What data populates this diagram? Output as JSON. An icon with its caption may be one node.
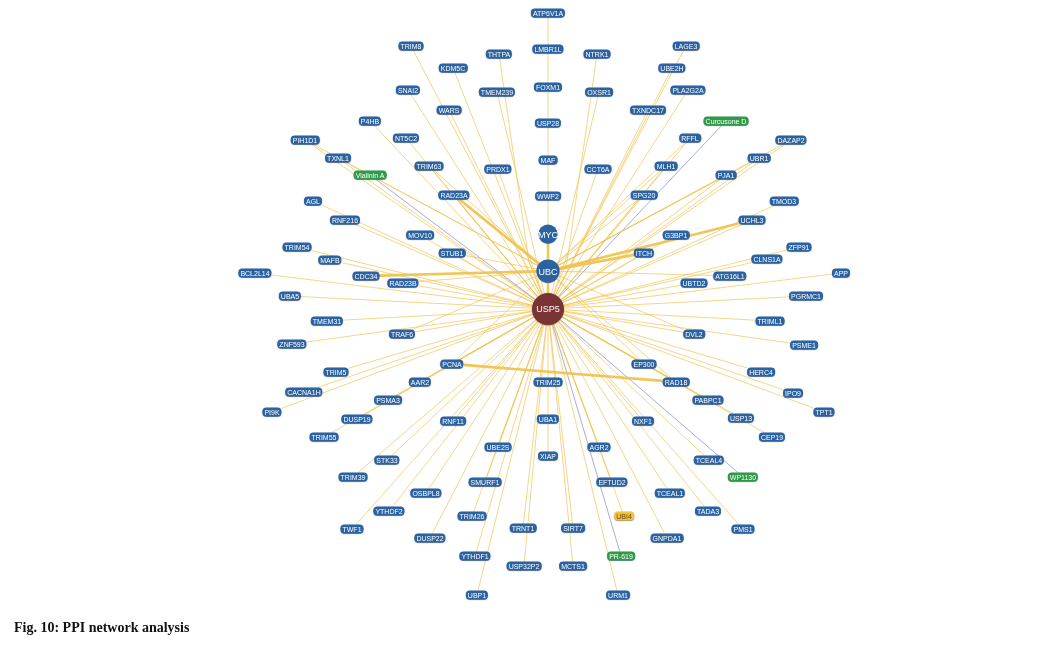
{
  "diagram": {
    "caption": "Fig. 10: PPI network analysis",
    "nodes": [
      {
        "text": [
          "ATP6V1A"
        ]
      },
      {
        "text": [
          "TRIM8"
        ]
      },
      {
        "text": [
          "LAGE3"
        ]
      },
      {
        "text": [
          "LMBR1L"
        ]
      },
      {
        "text": [
          "THTPA"
        ]
      },
      {
        "text": [
          "NTRK1"
        ]
      },
      {
        "text": [
          "KDM5C"
        ]
      },
      {
        "text": [
          "UBE2H"
        ]
      },
      {
        "text": [
          "FOXM1"
        ]
      },
      {
        "text": [
          "SNAI2"
        ]
      },
      {
        "text": [
          "PLA2G2A"
        ]
      },
      {
        "text": [
          "TMEM239"
        ]
      },
      {
        "text": [
          "OXSR1"
        ]
      },
      {
        "text": [
          "WARS"
        ]
      },
      {
        "text": [
          "TXNDC17"
        ]
      },
      {
        "text": [
          "P4HB"
        ]
      },
      {
        "text": [
          "Curcusone D"
        ]
      },
      {
        "text": [
          "USP28"
        ]
      },
      {
        "text": [
          "NT5C2"
        ]
      },
      {
        "text": [
          "RFFL"
        ]
      },
      {
        "text": [
          "PIH1D1"
        ]
      },
      {
        "text": [
          "DAZAP2"
        ]
      },
      {
        "text": [
          "TXNL1"
        ]
      },
      {
        "text": [
          "UBR1"
        ]
      },
      {
        "text": [
          "MAF"
        ]
      },
      {
        "text": [
          "TRIM63"
        ]
      },
      {
        "text": [
          "MLH1"
        ]
      },
      {
        "text": [
          "PRDX1"
        ]
      },
      {
        "text": [
          "CCT6A"
        ]
      },
      {
        "text": [
          "Vialinin A"
        ]
      },
      {
        "text": [
          "PJA1"
        ]
      },
      {
        "text": [
          "RAD23A"
        ]
      },
      {
        "text": [
          "WWP2"
        ]
      },
      {
        "text": [
          "SPG20"
        ]
      },
      {
        "text": [
          "AGL"
        ]
      },
      {
        "text": [
          "TMOD3"
        ]
      },
      {
        "text": [
          "RNF216"
        ]
      },
      {
        "text": [
          "UCHL3"
        ]
      },
      {
        "text": [
          "MOV10"
        ]
      },
      {
        "text": [
          "MYC"
        ]
      },
      {
        "text": [
          "G3BP1"
        ]
      },
      {
        "text": [
          "TRIM54"
        ]
      },
      {
        "text": [
          "ZFP91"
        ]
      },
      {
        "text": [
          "STUB1"
        ]
      },
      {
        "text": [
          "ITCH"
        ]
      },
      {
        "text": [
          "MAFB"
        ]
      },
      {
        "text": [
          "CLNS1A"
        ]
      },
      {
        "text": [
          "UBC"
        ]
      },
      {
        "text": [
          "BCL2L14"
        ]
      },
      {
        "text": [
          "APP"
        ]
      },
      {
        "text": [
          "CDC34"
        ]
      },
      {
        "text": [
          "ATG16L1"
        ]
      },
      {
        "text": [
          "RAD23B"
        ]
      },
      {
        "text": [
          "UBTD2"
        ]
      },
      {
        "text": [
          "UBA5"
        ]
      },
      {
        "text": [
          "PGRMC1"
        ]
      },
      {
        "text": [
          "USP5"
        ]
      },
      {
        "text": [
          "TMEM31"
        ]
      },
      {
        "text": [
          "TRIML1"
        ]
      },
      {
        "text": [
          "TRAF6"
        ]
      },
      {
        "text": [
          "DVL2"
        ]
      },
      {
        "text": [
          "ZNF593"
        ]
      },
      {
        "text": [
          "PSME1"
        ]
      },
      {
        "text": [
          "PCNA"
        ]
      },
      {
        "text": [
          "EP300"
        ]
      },
      {
        "text": [
          "TRIM5"
        ]
      },
      {
        "text": [
          "HERC4"
        ]
      },
      {
        "text": [
          "AAR2"
        ]
      },
      {
        "text": [
          "TRIM25"
        ]
      },
      {
        "text": [
          "RAD18"
        ]
      },
      {
        "text": [
          "CACNA1H"
        ]
      },
      {
        "text": [
          "IPO9"
        ]
      },
      {
        "text": [
          "PSMA3"
        ]
      },
      {
        "text": [
          "PABPC1"
        ]
      },
      {
        "text": [
          "PI9K"
        ]
      },
      {
        "text": [
          "TPT1"
        ]
      },
      {
        "text": [
          "USP13"
        ]
      },
      {
        "text": [
          "DUSP19"
        ]
      },
      {
        "text": [
          "UBA1"
        ]
      },
      {
        "text": [
          "RNF11"
        ]
      },
      {
        "text": [
          "NXF1"
        ]
      },
      {
        "text": [
          "TRIM55"
        ]
      },
      {
        "text": [
          "CEP19"
        ]
      },
      {
        "text": [
          "UBE2S"
        ]
      },
      {
        "text": [
          "AGR2"
        ]
      },
      {
        "text": [
          "XIAP"
        ]
      },
      {
        "text": [
          "STK33"
        ]
      },
      {
        "text": [
          "TCEAL4"
        ]
      },
      {
        "text": [
          "TRIM39"
        ]
      },
      {
        "text": [
          "WP1130"
        ]
      },
      {
        "text": [
          "SMURF1"
        ]
      },
      {
        "text": [
          "EFTUD2"
        ]
      },
      {
        "text": [
          "OSBPL8"
        ]
      },
      {
        "text": [
          "TCEAL1"
        ]
      },
      {
        "text": [
          "YTHDF2"
        ]
      },
      {
        "text": [
          "TADA3"
        ]
      },
      {
        "text": [
          "TRIM26"
        ]
      },
      {
        "text": [
          "UBI4"
        ]
      },
      {
        "text": [
          "TRNT1"
        ]
      },
      {
        "text": [
          "SIRT7"
        ]
      },
      {
        "text": [
          "TWF1"
        ]
      },
      {
        "text": [
          "PMS1"
        ]
      },
      {
        "text": [
          "DUSP22"
        ]
      },
      {
        "text": [
          "GNPDA1"
        ]
      },
      {
        "text": [
          "YTHDF1"
        ]
      },
      {
        "text": [
          "PR-619"
        ]
      },
      {
        "text": [
          "USP32P2"
        ]
      },
      {
        "text": [
          "MCTS1"
        ]
      },
      {
        "text": [
          "UBP1"
        ]
      },
      {
        "text": [
          "URM1"
        ]
      }
    ],
    "edges": [
      {
        "from": 0,
        "to": 3,
        "arrow": "none"
      },
      {
        "from": 1,
        "to": 56,
        "arrow": "none"
      },
      {
        "from": 2,
        "to": 56,
        "arrow": "none"
      },
      {
        "from": 3,
        "to": 8,
        "arrow": "none"
      },
      {
        "from": 4,
        "to": 56,
        "arrow": "none"
      },
      {
        "from": 5,
        "to": 56,
        "arrow": "none"
      },
      {
        "from": 6,
        "to": 56,
        "arrow": "none"
      },
      {
        "from": 7,
        "to": 56,
        "arrow": "none"
      },
      {
        "from": 8,
        "to": 17,
        "arrow": "none"
      },
      {
        "from": 9,
        "to": 56,
        "arrow": "none"
      },
      {
        "from": 10,
        "to": 56,
        "arrow": "none"
      },
      {
        "from": 11,
        "to": 56,
        "arrow": "none"
      },
      {
        "from": 12,
        "to": 56,
        "arrow": "none"
      },
      {
        "from": 13,
        "to": 56,
        "arrow": "none"
      },
      {
        "from": 14,
        "to": 56,
        "arrow": "none"
      },
      {
        "from": 15,
        "to": 56,
        "arrow": "none"
      },
      {
        "from": 16,
        "to": 56,
        "arrow": "none",
        "color": "#7b85c8"
      },
      {
        "from": 17,
        "to": 24,
        "arrow": "none"
      },
      {
        "from": 18,
        "to": 56,
        "arrow": "none"
      },
      {
        "from": 19,
        "to": 56,
        "arrow": "none"
      },
      {
        "from": 19,
        "to": 47,
        "arrow": "none"
      },
      {
        "from": 20,
        "to": 56,
        "arrow": "none"
      },
      {
        "from": 20,
        "to": 47,
        "arrow": "none"
      },
      {
        "from": 21,
        "to": 56,
        "arrow": "none"
      },
      {
        "from": 21,
        "to": 47,
        "arrow": "none"
      },
      {
        "from": 22,
        "to": 56,
        "arrow": "none"
      },
      {
        "from": 22,
        "to": 47,
        "arrow": "none"
      },
      {
        "from": 23,
        "to": 56,
        "arrow": "none"
      },
      {
        "from": 23,
        "to": 47,
        "arrow": "none"
      },
      {
        "from": 24,
        "to": 32,
        "arrow": "none"
      },
      {
        "from": 25,
        "to": 56,
        "arrow": "none"
      },
      {
        "from": 25,
        "to": 47,
        "arrow": "none"
      },
      {
        "from": 26,
        "to": 56,
        "arrow": "none"
      },
      {
        "from": 26,
        "to": 47,
        "arrow": "none"
      },
      {
        "from": 27,
        "to": 56,
        "arrow": "none"
      },
      {
        "from": 28,
        "to": 56,
        "arrow": "none"
      },
      {
        "from": 29,
        "to": 56,
        "arrow": "none",
        "color": "#7b85c8"
      },
      {
        "from": 30,
        "to": 56,
        "arrow": "none"
      },
      {
        "from": 30,
        "to": 47,
        "arrow": "none"
      },
      {
        "from": 31,
        "to": 56,
        "arrow": "none"
      },
      {
        "from": 31,
        "to": 47,
        "arrow": "none",
        "style": "thick"
      },
      {
        "from": 32,
        "to": 39,
        "arrow": "none"
      },
      {
        "from": 33,
        "to": 56,
        "arrow": "none"
      },
      {
        "from": 33,
        "to": 47,
        "arrow": "none"
      },
      {
        "from": 34,
        "to": 56,
        "arrow": "none"
      },
      {
        "from": 35,
        "to": 56,
        "arrow": "none"
      },
      {
        "from": 36,
        "to": 56,
        "arrow": "none"
      },
      {
        "from": 37,
        "to": 56,
        "arrow": "none"
      },
      {
        "from": 37,
        "to": 47,
        "arrow": "none",
        "style": "thick"
      },
      {
        "from": 38,
        "to": 56,
        "arrow": "none"
      },
      {
        "from": 39,
        "to": 47,
        "arrow": "none",
        "style": "thick"
      },
      {
        "from": 40,
        "to": 56,
        "arrow": "none"
      },
      {
        "from": 41,
        "to": 56,
        "arrow": "none"
      },
      {
        "from": 42,
        "to": 56,
        "arrow": "none"
      },
      {
        "from": 43,
        "to": 56,
        "arrow": "none"
      },
      {
        "from": 43,
        "to": 47,
        "arrow": "none"
      },
      {
        "from": 44,
        "to": 56,
        "arrow": "none"
      },
      {
        "from": 44,
        "to": 47,
        "arrow": "none",
        "style": "thick"
      },
      {
        "from": 45,
        "to": 56,
        "arrow": "none"
      },
      {
        "from": 46,
        "to": 56,
        "arrow": "none"
      },
      {
        "from": 47,
        "to": 56,
        "arrow": "none",
        "style": "thick"
      },
      {
        "from": 48,
        "to": 56,
        "arrow": "none"
      },
      {
        "from": 49,
        "to": 56,
        "arrow": "none"
      },
      {
        "from": 50,
        "to": 47,
        "arrow": "none",
        "style": "thick"
      },
      {
        "from": 51,
        "to": 47,
        "arrow": "none"
      },
      {
        "from": 52,
        "to": 56,
        "arrow": "none"
      },
      {
        "from": 52,
        "to": 47,
        "arrow": "none"
      },
      {
        "from": 53,
        "to": 56,
        "arrow": "none"
      },
      {
        "from": 54,
        "to": 56,
        "arrow": "none"
      },
      {
        "from": 55,
        "to": 56,
        "arrow": "none"
      },
      {
        "from": 57,
        "to": 56,
        "arrow": "none"
      },
      {
        "from": 58,
        "to": 56,
        "arrow": "none"
      },
      {
        "from": 59,
        "to": 56,
        "arrow": "none"
      },
      {
        "from": 59,
        "to": 47,
        "arrow": "none"
      },
      {
        "from": 60,
        "to": 56,
        "arrow": "none"
      },
      {
        "from": 60,
        "to": 47,
        "arrow": "none"
      },
      {
        "from": 61,
        "to": 56,
        "arrow": "none"
      },
      {
        "from": 62,
        "to": 56,
        "arrow": "none"
      },
      {
        "from": 63,
        "to": 56,
        "arrow": "none"
      },
      {
        "from": 63,
        "to": 47,
        "arrow": "none"
      },
      {
        "from": 63,
        "to": 69,
        "arrow": "none",
        "style": "thick"
      },
      {
        "from": 64,
        "to": 56,
        "arrow": "none"
      },
      {
        "from": 64,
        "to": 47,
        "arrow": "none"
      },
      {
        "from": 65,
        "to": 56,
        "arrow": "none"
      },
      {
        "from": 66,
        "to": 56,
        "arrow": "none"
      },
      {
        "from": 67,
        "to": 56,
        "arrow": "none"
      },
      {
        "from": 68,
        "to": 56,
        "arrow": "none"
      },
      {
        "from": 69,
        "to": 56,
        "arrow": "none"
      },
      {
        "from": 69,
        "to": 47,
        "arrow": "none"
      },
      {
        "from": 70,
        "to": 56,
        "arrow": "none"
      },
      {
        "from": 71,
        "to": 56,
        "arrow": "none"
      },
      {
        "from": 72,
        "to": 56,
        "arrow": "none"
      },
      {
        "from": 73,
        "to": 56,
        "arrow": "none"
      },
      {
        "from": 74,
        "to": 56,
        "arrow": "none"
      },
      {
        "from": 75,
        "to": 56,
        "arrow": "none"
      },
      {
        "from": 76,
        "to": 56,
        "arrow": "none"
      },
      {
        "from": 77,
        "to": 56,
        "arrow": "none"
      },
      {
        "from": 78,
        "to": 68,
        "arrow": "none"
      },
      {
        "from": 79,
        "to": 56,
        "arrow": "none"
      },
      {
        "from": 80,
        "to": 56,
        "arrow": "none"
      },
      {
        "from": 81,
        "to": 56,
        "arrow": "none"
      },
      {
        "from": 82,
        "to": 56,
        "arrow": "none"
      },
      {
        "from": 83,
        "to": 56,
        "arrow": "none"
      },
      {
        "from": 84,
        "to": 56,
        "arrow": "none"
      },
      {
        "from": 85,
        "to": 78,
        "arrow": "none"
      },
      {
        "from": 86,
        "to": 56,
        "arrow": "none"
      },
      {
        "from": 87,
        "to": 56,
        "arrow": "none"
      },
      {
        "from": 88,
        "to": 56,
        "arrow": "none"
      },
      {
        "from": 89,
        "to": 56,
        "arrow": "none",
        "color": "#7b85c8"
      },
      {
        "from": 90,
        "to": 56,
        "arrow": "none"
      },
      {
        "from": 91,
        "to": 56,
        "arrow": "none"
      },
      {
        "from": 92,
        "to": 56,
        "arrow": "none"
      },
      {
        "from": 93,
        "to": 56,
        "arrow": "none"
      },
      {
        "from": 94,
        "to": 56,
        "arrow": "none"
      },
      {
        "from": 95,
        "to": 56,
        "arrow": "none"
      },
      {
        "from": 96,
        "to": 56,
        "arrow": "none"
      },
      {
        "from": 97,
        "to": 56,
        "arrow": "none"
      },
      {
        "from": 98,
        "to": 56,
        "arrow": "none"
      },
      {
        "from": 99,
        "to": 56,
        "arrow": "none"
      },
      {
        "from": 100,
        "to": 56,
        "arrow": "none"
      },
      {
        "from": 101,
        "to": 56,
        "arrow": "none"
      },
      {
        "from": 102,
        "to": 56,
        "arrow": "none"
      },
      {
        "from": 103,
        "to": 56,
        "arrow": "none"
      },
      {
        "from": 104,
        "to": 56,
        "arrow": "none"
      },
      {
        "from": 105,
        "to": 56,
        "arrow": "none",
        "color": "#7b85c8"
      },
      {
        "from": 106,
        "to": 56,
        "arrow": "none"
      },
      {
        "from": 107,
        "to": 56,
        "arrow": "none"
      },
      {
        "from": 108,
        "to": 56,
        "arrow": "none"
      },
      {
        "from": 109,
        "to": 56,
        "arrow": "none"
      }
    ]
  }
}
